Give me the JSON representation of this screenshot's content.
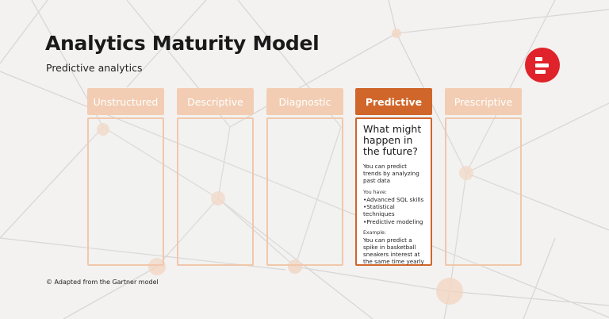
{
  "header": {
    "title": "Analytics Maturity Model",
    "subtitle": "Predictive analytics"
  },
  "logo": {
    "color": "#e0232b"
  },
  "stages": [
    {
      "label": "Unstructured"
    },
    {
      "label": "Descriptive"
    },
    {
      "label": "Diagnostic"
    },
    {
      "label": "Predictive",
      "active": true,
      "question": "What might happen in the future?",
      "description": "You can predict trends by analyzing past data",
      "skills_label": "You have:",
      "skills": [
        "Advanced SQL skills",
        "Statistical techniques",
        "Predictive modeling"
      ],
      "example_label": "Example:",
      "example": "You can predict a spike in basketball sneakers interest at the same time yearly"
    },
    {
      "label": "Prescriptive"
    }
  ],
  "colors": {
    "accent": "#d0662a",
    "inactive_header": "#f2cdb3",
    "inactive_border": "#f1c7ab",
    "background": "#f3f2f1"
  },
  "footer": {
    "credit": "© Adapted from the Gartner model"
  }
}
